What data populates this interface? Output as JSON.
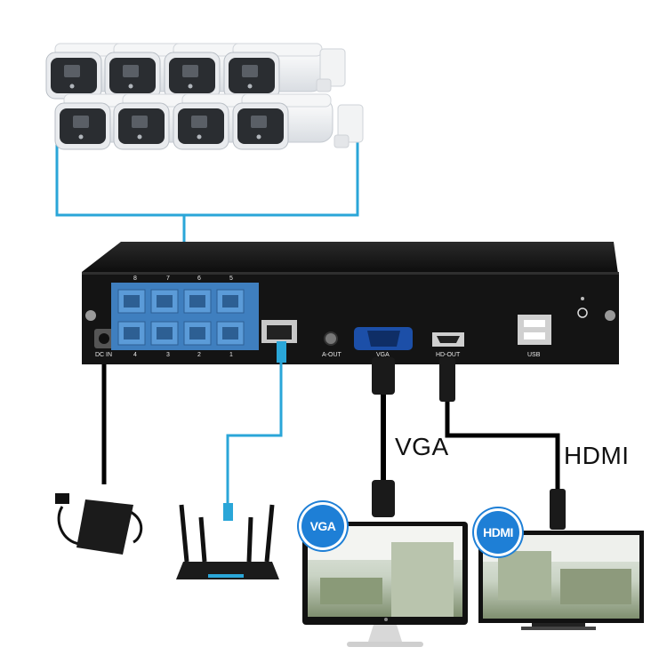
{
  "labels": {
    "vga": "VGA",
    "hdmi": "HDMI"
  },
  "badges": {
    "vga": "VGA",
    "hdmi": "HDMI"
  },
  "nvr_ports": {
    "poe_top": [
      "8",
      "7",
      "6",
      "5"
    ],
    "poe_bottom": [
      "4",
      "3",
      "2",
      "1"
    ],
    "dc_in": "DC IN",
    "a_out": "A-OUT",
    "vga": "VGA",
    "hd_out": "HD-OUT",
    "usb": "USB"
  },
  "colors": {
    "cable_blue": "#2aa6d8",
    "nvr_body": "#121212",
    "port_panel": "#3f7fbf",
    "badge_blue": "#1e7fd6"
  },
  "icons": {
    "cameras": "bullet-camera-icon",
    "nvr": "nvr-recorder",
    "router": "wifi-router-icon",
    "adapter": "power-adapter-icon",
    "monitor": "monitor-icon",
    "tv": "tv-icon"
  }
}
